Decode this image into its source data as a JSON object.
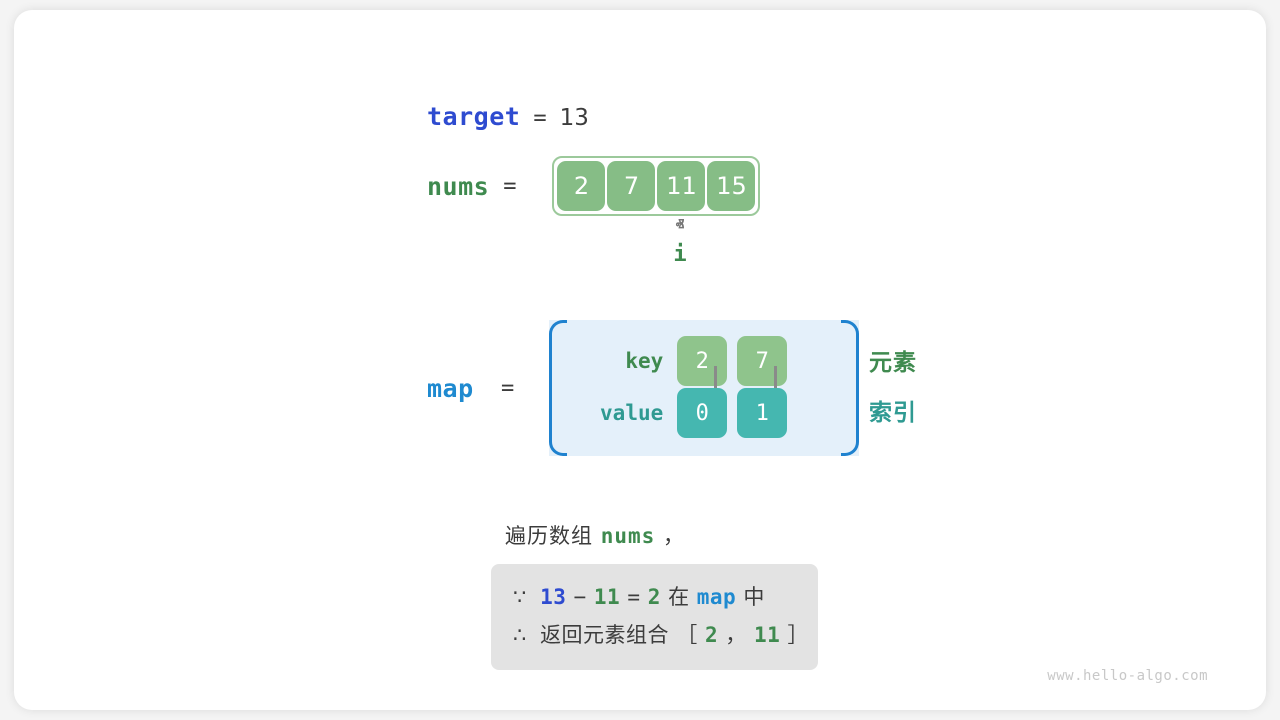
{
  "diagram": {
    "target": {
      "label": "target",
      "equals": "=",
      "value": "13"
    },
    "nums": {
      "label": "nums",
      "equals": "=",
      "cells": [
        "2",
        "7",
        "11",
        "15"
      ],
      "pointer": {
        "caret": "ⱏ",
        "name": "i",
        "points_to_index": 2
      }
    },
    "map": {
      "label": "map",
      "equals": "=",
      "key_label": "key",
      "value_label": "value",
      "keys": [
        "2",
        "7"
      ],
      "values": [
        "0",
        "1"
      ],
      "annotations": {
        "element": "元素",
        "index": "索引"
      }
    },
    "explanation": {
      "title_prefix": "遍历数组",
      "title_code": "nums",
      "title_suffix": "，",
      "line1": {
        "symbol": "∵",
        "a": "13",
        "minus": "−",
        "b": "11",
        "eq": "=",
        "c": "2",
        "in": "在",
        "map": "map",
        "tail": "中"
      },
      "line2": {
        "symbol": "∴",
        "text": "返回元素组合",
        "open": "［",
        "a": "2",
        "comma": "，",
        "b": "11",
        "close": "］"
      }
    },
    "watermark": "www.hello-algo.com"
  },
  "colors": {
    "target_blue": "#2e4bd0",
    "map_blue": "#1f8ad0",
    "green": "#3f8a4f",
    "cell_green": "#86bd86",
    "key_green": "#8fc48c",
    "teal": "#45b7b0",
    "teal_text": "#2f9a92",
    "map_panel_bg": "#e4f0fa",
    "map_panel_border": "#1f82cf",
    "explain_bg": "#e3e3e3",
    "text_gray": "#3c3c3c",
    "arrow_gray": "#8a8a8a",
    "watermark_gray": "#c8c8c8"
  }
}
